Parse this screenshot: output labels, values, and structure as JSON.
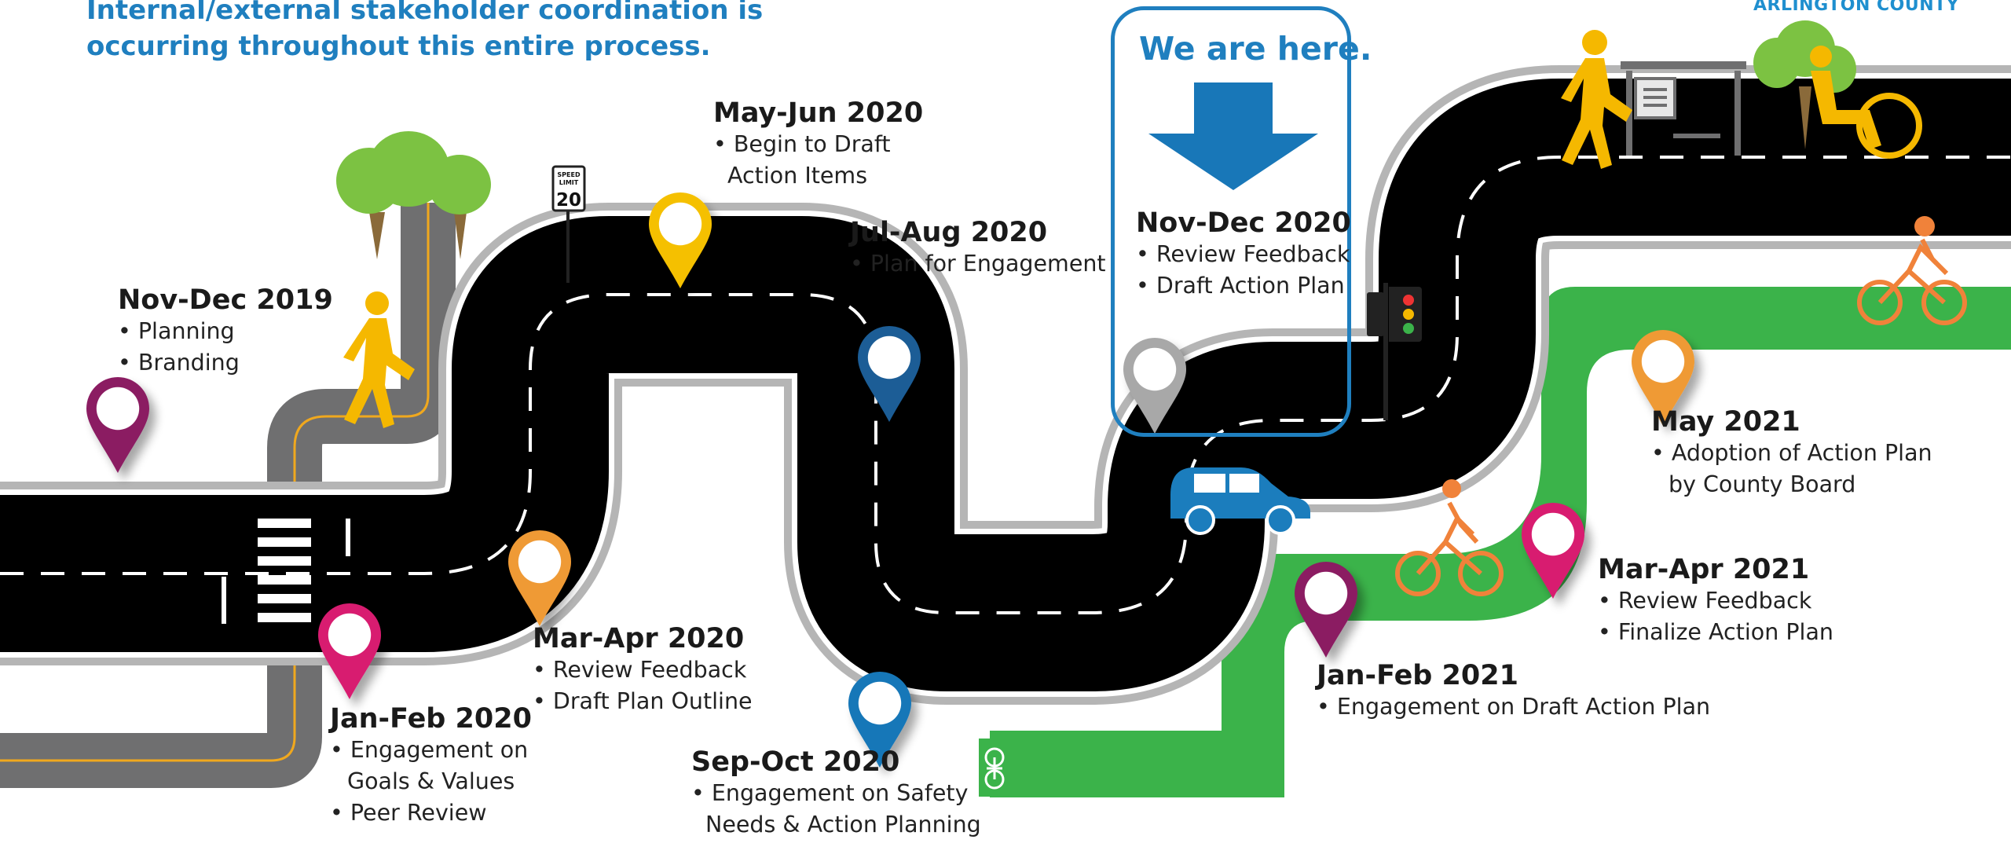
{
  "header": {
    "intro_line1": "Internal/external stakeholder coordination is",
    "intro_line2": "occurring throughout this entire process.",
    "county": "ARLINGTON COUNTY"
  },
  "here": {
    "label": "We are here."
  },
  "sign": {
    "line1": "SPEED",
    "line2": "LIMIT",
    "value": "20"
  },
  "milestones": [
    {
      "period": "Nov-Dec 2019",
      "items": [
        "• Planning",
        "• Branding"
      ],
      "color": "#8b1f62"
    },
    {
      "period": "Jan-Feb 2020",
      "items": [
        "• Engagement on",
        "Goals & Values",
        "• Peer Review"
      ],
      "color": "#d81b70"
    },
    {
      "period": "Mar-Apr 2020",
      "items": [
        "• Review Feedback",
        "• Draft Plan Outline"
      ],
      "color": "#ef9a34"
    },
    {
      "period": "May-Jun 2020",
      "items": [
        "• Begin to Draft",
        "Action Items"
      ],
      "color": "#f5c000"
    },
    {
      "period": "Jul-Aug 2020",
      "items": [
        "• Plan for Engagement"
      ],
      "color": "#1a5d96"
    },
    {
      "period": "Sep-Oct 2020",
      "items": [
        "• Engagement on Safety",
        "Needs & Action Planning"
      ],
      "color": "#1877b8"
    },
    {
      "period": "Nov-Dec 2020",
      "items": [
        "• Review Feedback",
        "• Draft Action Plan"
      ],
      "color": "#a8a8a8"
    },
    {
      "period": "Jan-Feb 2021",
      "items": [
        "• Engagement on Draft Action Plan"
      ],
      "color": "#8b1f62"
    },
    {
      "period": "Mar-Apr 2021",
      "items": [
        "• Review Feedback",
        "• Finalize Action Plan"
      ],
      "color": "#d81b70"
    },
    {
      "period": "May 2021",
      "items": [
        "• Adoption of Action Plan",
        "by County Board"
      ],
      "color": "#ef9a34"
    }
  ],
  "colors": {
    "road": "#000000",
    "curb": "#b5b5b5",
    "bike_lane": "#3bb34a",
    "walkway": "#6f6f70",
    "walkway_line": "#f0a81e",
    "title_blue": "#1f7fbf",
    "figure_yellow": "#f5b800",
    "cyclist_orange": "#f0823a",
    "car_blue": "#1b7dbd"
  }
}
